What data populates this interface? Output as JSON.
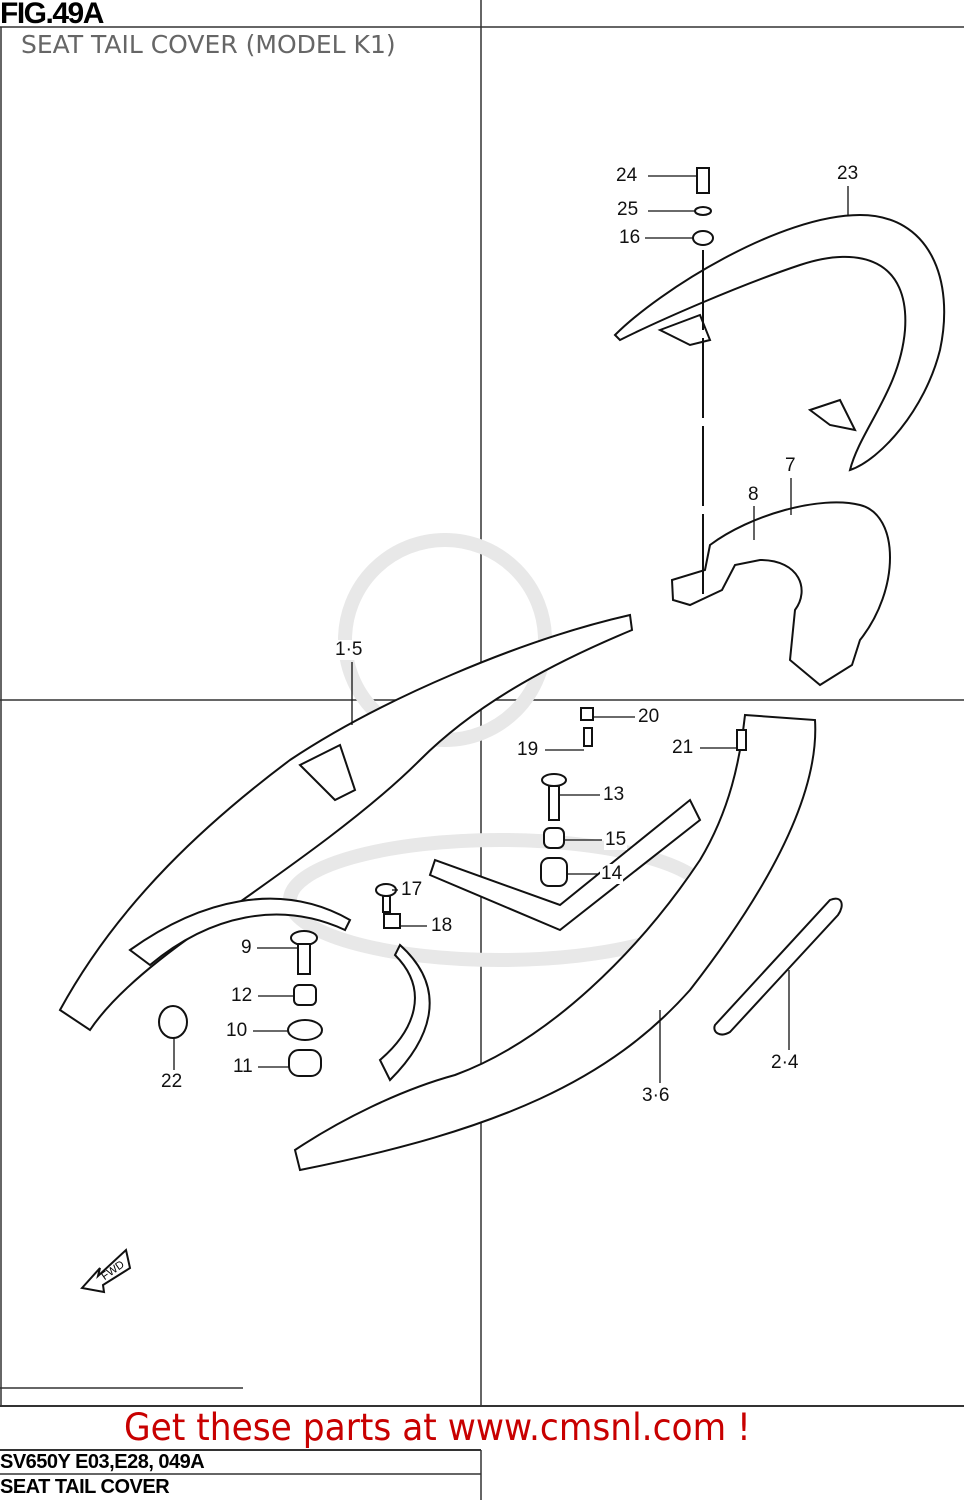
{
  "figure": {
    "number": "FIG.49A",
    "title": "SEAT TAIL COVER (MODEL K1)"
  },
  "callouts": [
    "24",
    "25",
    "16",
    "23",
    "7",
    "8",
    "1·5",
    "20",
    "19",
    "21",
    "13",
    "15",
    "14",
    "17",
    "18",
    "9",
    "12",
    "10",
    "11",
    "22",
    "2·4",
    "3·6"
  ],
  "fwd_label": "FWD",
  "footer": {
    "model_code": "SV650Y E03,E28, 049A",
    "section_name": "SEAT TAIL COVER"
  },
  "promo_text": "Get these parts at www.cmsnl.com !",
  "colors": {
    "promo": "#c80000",
    "lines": "#111111",
    "watermark": "#e6e6e6"
  }
}
